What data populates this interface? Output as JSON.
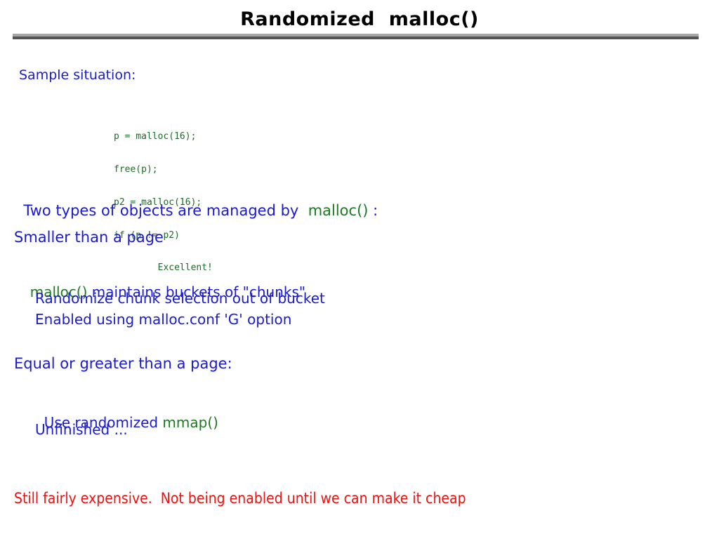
{
  "slide": {
    "title": "Randomized  malloc()",
    "rule_color_top": "#a6a6a6",
    "rule_color_bottom": "#555555",
    "background": "#ffffff"
  },
  "colors": {
    "blue": "#1a1ad0",
    "green": "#1d7a22",
    "red": "#ee1111",
    "code_green": "#1d6b28",
    "title_black": "#000000"
  },
  "body": {
    "sample_heading": "Sample situation:",
    "code_lines": [
      "p = malloc(16);",
      "free(p);",
      "p2 = malloc(16);",
      "if (p != p2)",
      "        Excellent!"
    ],
    "two_types_prefix": "Two types of objects are managed by  ",
    "two_types_code": "malloc()",
    "two_types_suffix": " :",
    "smaller_heading": "Smaller than a page",
    "maintains_code": "malloc()",
    "maintains_text": " maintains buckets of \"chunks\"",
    "randomize_line": "Randomize chunk selection out of bucket",
    "enabled_line": "Enabled using malloc.conf 'G' option",
    "equal_heading": "Equal or greater than a page:",
    "use_prefix": "Use randomized ",
    "use_code": "mmap()",
    "unfinished_line": "Unfinished ...",
    "footer_line": "Still fairly expensive.  Not being enabled until we can make it cheap"
  }
}
